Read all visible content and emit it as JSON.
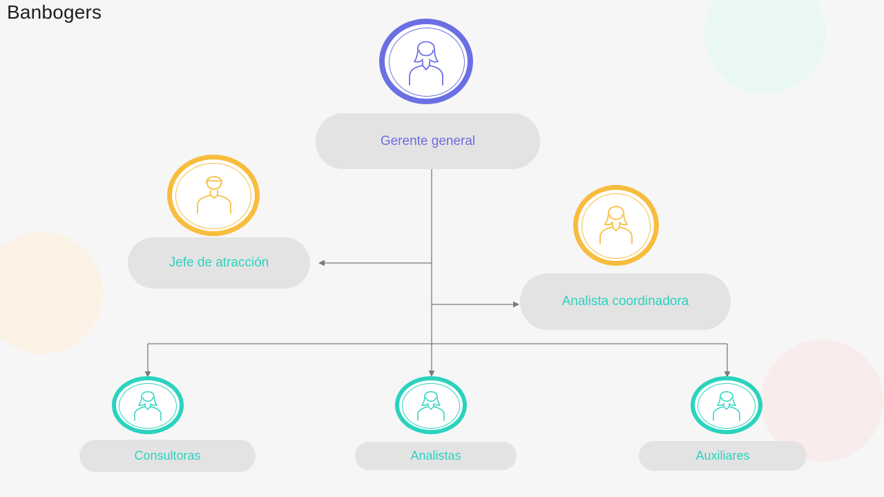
{
  "brand": {
    "logo_text": "Banbogers"
  },
  "colors": {
    "background": "#f6f6f6",
    "pill": "#e4e3e4",
    "purple": "#6b6fe3",
    "yellow": "#f7bd3e",
    "teal": "#2bd3be",
    "connector": "#7a7a7a"
  },
  "nodes": {
    "gerente": {
      "label": "Gerente general",
      "icon": "woman-icon"
    },
    "jefe": {
      "label": "Jefe de atracción",
      "icon": "man-icon"
    },
    "analista_coord": {
      "label": "Analista coordinadora",
      "icon": "woman-icon"
    },
    "consultoras": {
      "label": "Consultoras",
      "icon": "woman-icon"
    },
    "analistas": {
      "label": "Analistas",
      "icon": "woman-icon"
    },
    "auxiliares": {
      "label": "Auxiliares",
      "icon": "woman-icon"
    }
  }
}
